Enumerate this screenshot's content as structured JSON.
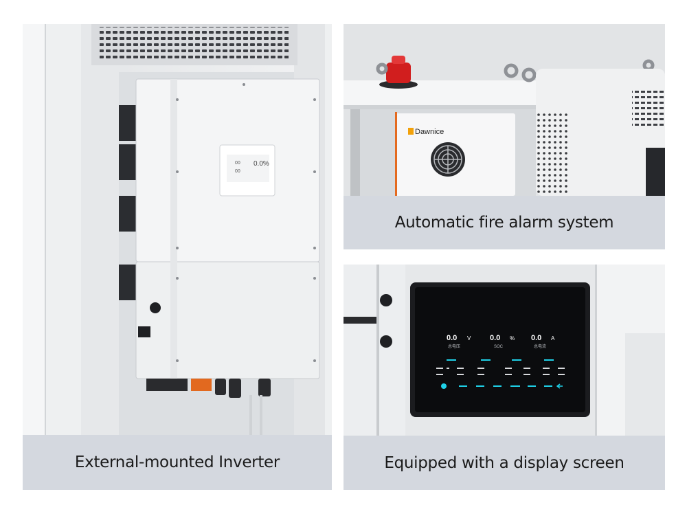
{
  "panels": [
    {
      "caption": "External-mounted Inverter"
    },
    {
      "caption": "Automatic fire alarm system",
      "logo_text": "Dawnice"
    },
    {
      "caption": "Equipped with a display screen"
    }
  ],
  "inverter_display": {
    "row1": "00",
    "row2": "00",
    "percent": "0.0%"
  },
  "bms_screen": {
    "readings": [
      {
        "value": "0.0",
        "unit": "V",
        "label": "总电压"
      },
      {
        "value": "0.0",
        "unit": "%",
        "label": "SOC"
      },
      {
        "value": "0.0",
        "unit": "A",
        "label": "总电流"
      }
    ],
    "colors": {
      "accent": "#1fd1e8",
      "screen_bg": "#0b0c0e"
    }
  }
}
